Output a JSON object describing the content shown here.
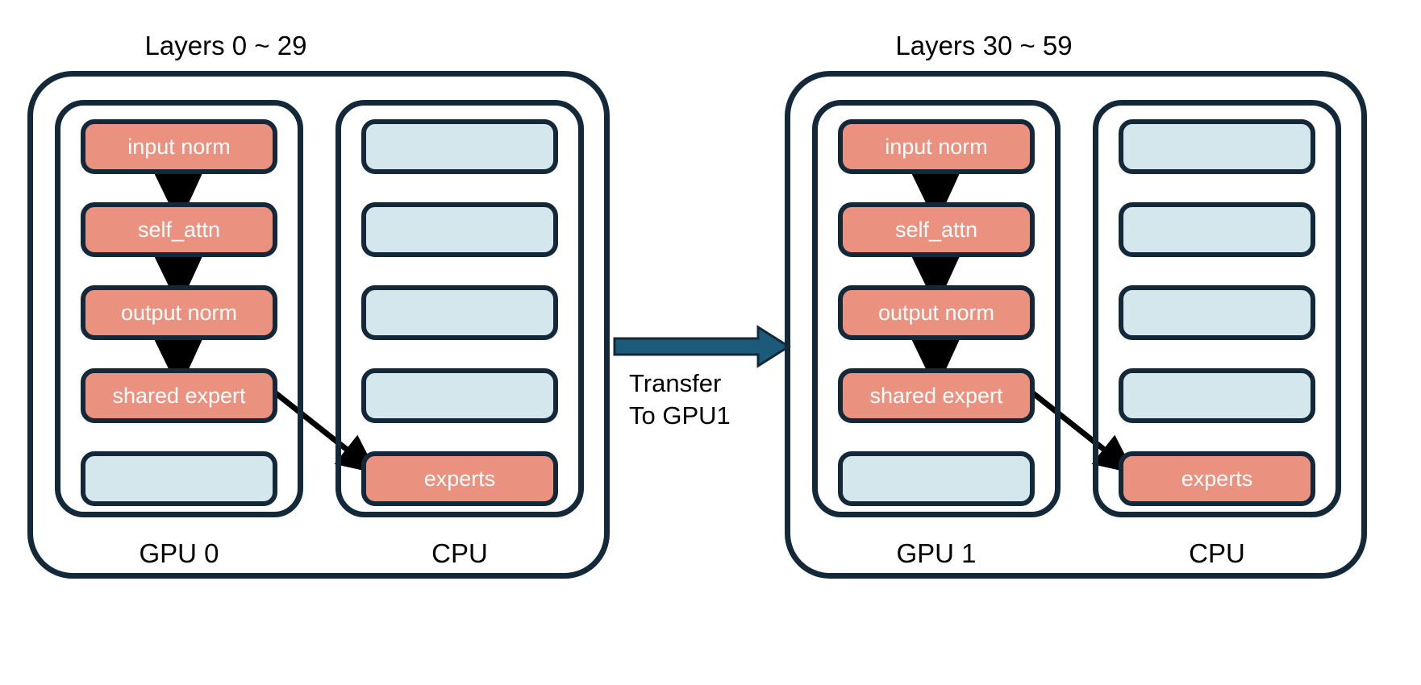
{
  "diagram": {
    "title_hidden": "",
    "colors": {
      "active_block": "#eb917f",
      "idle_block": "#d3e7ed",
      "outline": "#13293a",
      "transfer_arrow": "#1b5t",
      "transfer_arrow_fill": "#1b5a78",
      "flow_arrow": "#000000",
      "text_on_block": "#ffffff",
      "background": "#ffffff"
    },
    "panels": [
      {
        "id": "panel-left",
        "title": "Layers 0 ~ 29",
        "device_label": "GPU 0",
        "host_label": "CPU",
        "gpu_column": {
          "slots": [
            {
              "label": "input norm",
              "state": "active"
            },
            {
              "label": "self_attn",
              "state": "active"
            },
            {
              "label": "output norm",
              "state": "active"
            },
            {
              "label": "shared expert",
              "state": "active"
            },
            {
              "label": "",
              "state": "idle"
            }
          ]
        },
        "cpu_column": {
          "slots": [
            {
              "label": "",
              "state": "idle"
            },
            {
              "label": "",
              "state": "idle"
            },
            {
              "label": "",
              "state": "idle"
            },
            {
              "label": "",
              "state": "idle"
            },
            {
              "label": "experts",
              "state": "active"
            }
          ]
        }
      },
      {
        "id": "panel-right",
        "title": "Layers 30 ~ 59",
        "device_label": "GPU 1",
        "host_label": "CPU",
        "gpu_column": {
          "slots": [
            {
              "label": "input norm",
              "state": "active"
            },
            {
              "label": "self_attn",
              "state": "active"
            },
            {
              "label": "output norm",
              "state": "active"
            },
            {
              "label": "shared expert",
              "state": "active"
            },
            {
              "label": "",
              "state": "idle"
            }
          ]
        },
        "cpu_column": {
          "slots": [
            {
              "label": "",
              "state": "idle"
            },
            {
              "label": "",
              "state": "idle"
            },
            {
              "label": "",
              "state": "idle"
            },
            {
              "label": "",
              "state": "idle"
            },
            {
              "label": "experts",
              "state": "active"
            }
          ]
        }
      }
    ],
    "transfer": {
      "line1": "Transfer",
      "line2": "To GPU1"
    }
  }
}
